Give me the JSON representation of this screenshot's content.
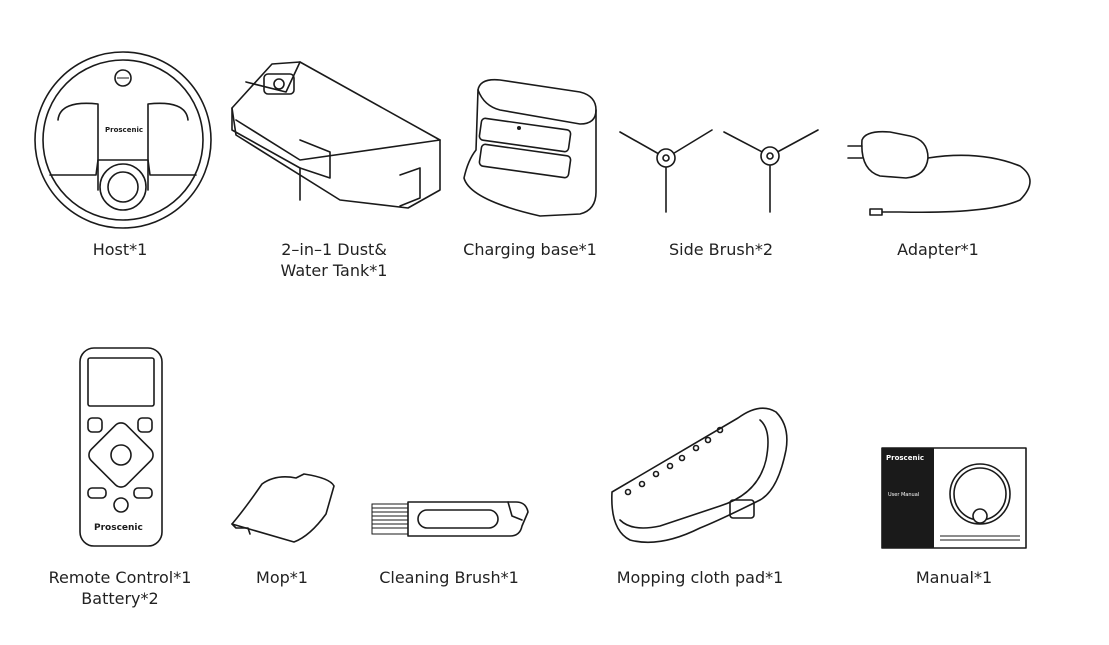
{
  "items": {
    "host": {
      "label": "Host*1",
      "brand": "Proscenic"
    },
    "tank": {
      "label_line1": "2–in–1 Dust&",
      "label_line2": "Water Tank*1"
    },
    "base": {
      "label": "Charging base*1"
    },
    "brush": {
      "label": "Side Brush*2"
    },
    "adapter": {
      "label": "Adapter*1"
    },
    "remote": {
      "label_line1": "Remote Control*1",
      "label_line2": "Battery*2",
      "brand": "Proscenic"
    },
    "mop": {
      "label": "Mop*1"
    },
    "cleaning": {
      "label": "Cleaning Brush*1"
    },
    "pad": {
      "label": "Mopping cloth pad*1"
    },
    "manual": {
      "label": "Manual*1",
      "brand": "Proscenic",
      "title": "User Manual"
    }
  },
  "colors": {
    "line": "#1a1a1a",
    "text": "#222222",
    "background": "#ffffff"
  }
}
